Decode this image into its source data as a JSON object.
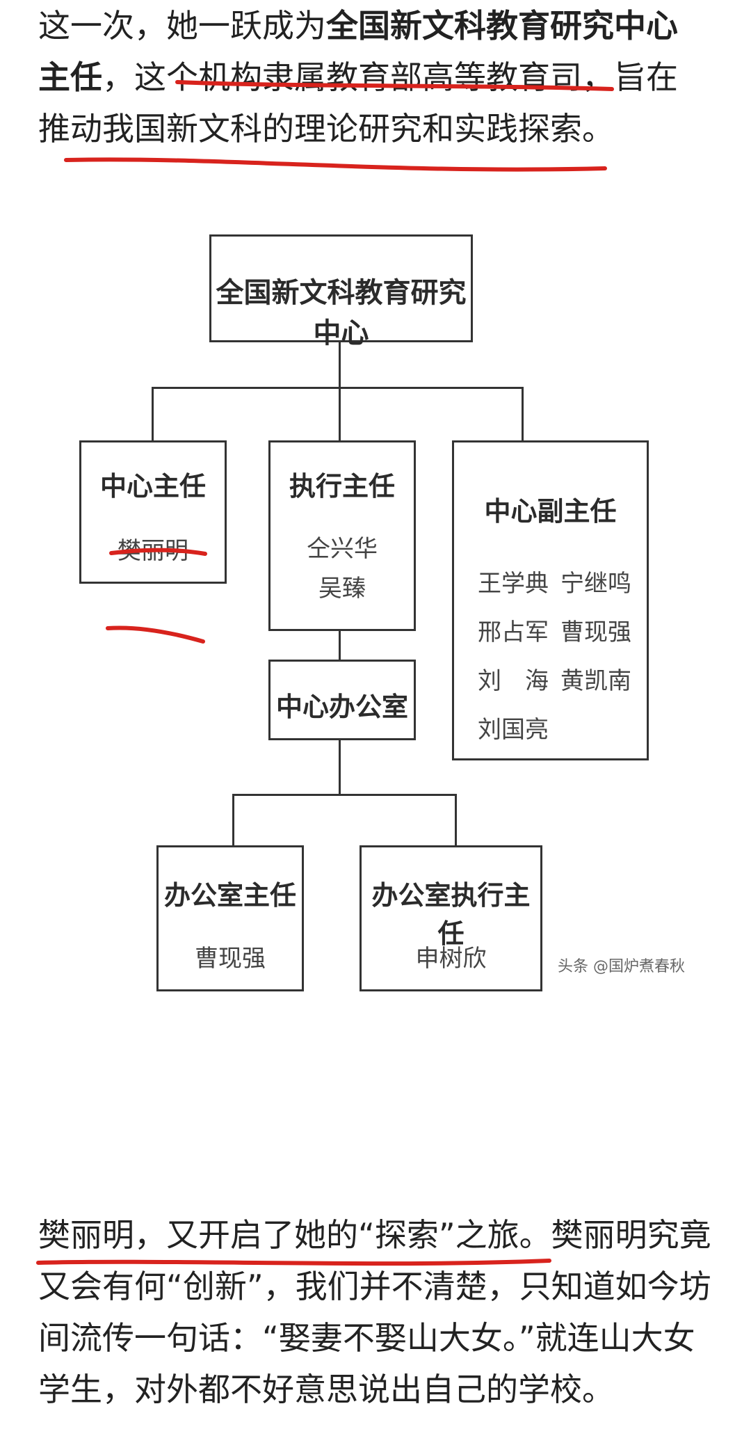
{
  "article": {
    "para1": {
      "line1_a": "这一次，她一跃成为",
      "line1_b": "全国新文科教育研究中心",
      "line2_a": "主任",
      "line2_b": "，这个机构隶属教育部高等教育司，旨在",
      "line3": "推动我国新文科的理论研究和实践探索。"
    },
    "para2": {
      "line1": "樊丽明，又开启了她的“探索”之旅。樊丽明究竟",
      "line2": "又会有何“创新”，我们并不清楚，只知道如今坊",
      "line3": "间流传一句话：“娶妻不娶山大女。”就连山大女",
      "line4": "学生，对外都不好意思说出自己的学校。"
    }
  },
  "org_chart": {
    "root": "全国新文科教育研究中心",
    "director": {
      "title": "中心主任",
      "names": [
        "樊丽明"
      ]
    },
    "executive": {
      "title": "执行主任",
      "names": [
        "仝兴华",
        "吴臻"
      ]
    },
    "deputies": {
      "title": "中心副主任",
      "col1": [
        "王学典",
        "邢占军",
        "刘　海",
        "刘国亮"
      ],
      "col2": [
        "宁继鸣",
        "曹现强",
        "黄凯南"
      ]
    },
    "office": "中心办公室",
    "office_director": {
      "title": "办公室主任",
      "names": [
        "曹现强"
      ]
    },
    "office_exec": {
      "title": "办公室执行主任",
      "names": [
        "申树欣"
      ]
    },
    "watermark": "头条 @国炉煮春秋"
  },
  "colors": {
    "annotation_red": "#d8231d",
    "text": "#222222",
    "border": "#333333"
  }
}
